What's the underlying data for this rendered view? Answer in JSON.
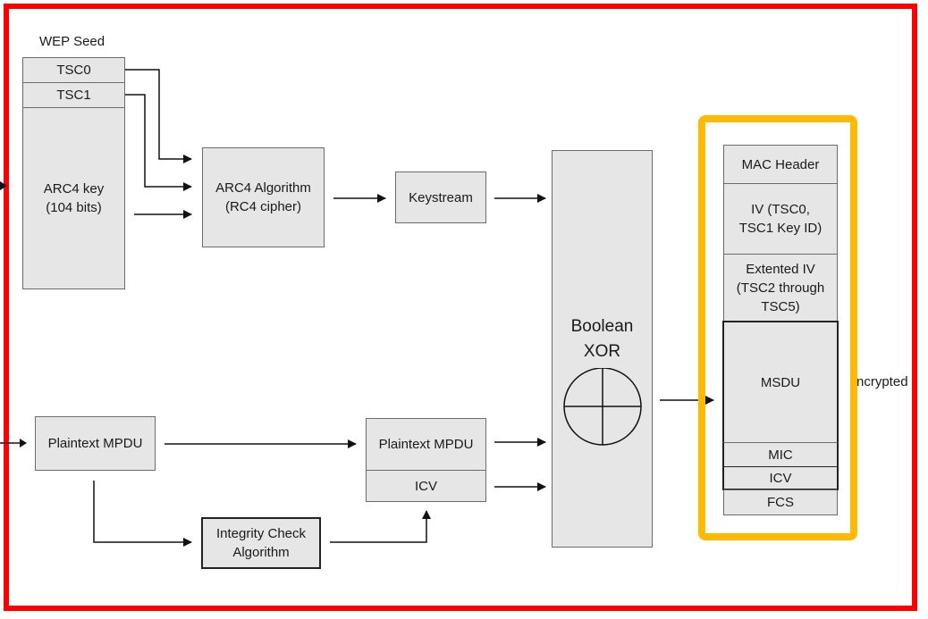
{
  "diagram": {
    "wep_seed": {
      "title": "WEP Seed",
      "tsc0": "TSC0",
      "tsc1": "TSC1",
      "arc4_key": "ARC4 key\n(104 bits)"
    },
    "arc4_algorithm": "ARC4 Algorithm\n(RC4 cipher)",
    "keystream": "Keystream",
    "boolean_xor": "Boolean\nXOR",
    "plaintext_mpdu_left": "Plaintext MPDU",
    "plaintext_mpdu_right": "Plaintext MPDU",
    "icv_right": "ICV",
    "integrity_check": "Integrity Check\nAlgorithm",
    "frame": {
      "mac_header": "MAC Header",
      "iv": "IV (TSC0,\nTSC1 Key ID)",
      "extended_iv": "Extented IV\n(TSC2 through\nTSC5)",
      "msdu": "MSDU",
      "mic": "MIC",
      "icv": "ICV",
      "fcs": "FCS",
      "encrypted_label": "ncrypted"
    },
    "colors": {
      "outer_frame": "#ff0000",
      "highlight_frame": "#ffba00",
      "box_fill": "#e6e6e6"
    }
  }
}
